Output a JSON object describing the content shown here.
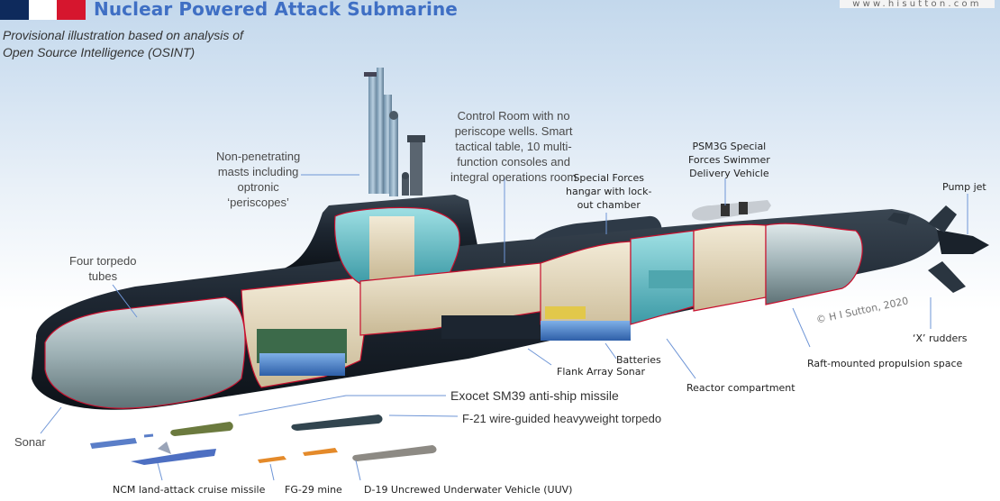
{
  "header": {
    "title": "Nuclear Powered Attack Submarine",
    "subtitle_line1": "Provisional illustration based on analysis of",
    "subtitle_line2": "Open Source Intelligence (OSINT)",
    "website": "www.hisutton.com",
    "flag_colors": [
      "#0e2a5c",
      "#ffffff",
      "#d6162e"
    ]
  },
  "colors": {
    "title": "#3f6fc4",
    "leader_line": "#6e95d6",
    "hull": "#1c2530",
    "cutaway_outline": "#c8102e",
    "interior_teal": "#5fc0c8",
    "interior_cream": "#e8dcc0"
  },
  "callouts": {
    "masts": [
      "Non-penetrating",
      "masts including",
      "optronic",
      "‘periscopes’"
    ],
    "control_room": [
      "Control Room with no",
      "periscope wells. Smart",
      "tactical table, 10 multi-",
      "function consoles and",
      "integral operations room"
    ],
    "sf_hangar": [
      "Special Forces",
      "hangar with lock-",
      "out chamber"
    ],
    "psm3g": [
      "PSM3G Special",
      "Forces Swimmer",
      "Delivery Vehicle"
    ],
    "pump_jet": "Pump jet",
    "torpedo_tubes": [
      "Four torpedo",
      "tubes"
    ],
    "x_rudders": "‘X’ rudders",
    "raft": "Raft-mounted propulsion space",
    "batteries": "Batteries",
    "flank_array": "Flank Array Sonar",
    "reactor": "Reactor compartment",
    "sonar": "Sonar",
    "exocet": "Exocet SM39 anti-ship missile",
    "f21": "F-21 wire-guided heavyweight torpedo",
    "ncm": "NCM land-attack cruise missile",
    "fg29": "FG-29 mine",
    "d19": "D-19 Uncrewed Underwater Vehicle (UUV)"
  },
  "copyright": "© H I Sutton, 2020"
}
